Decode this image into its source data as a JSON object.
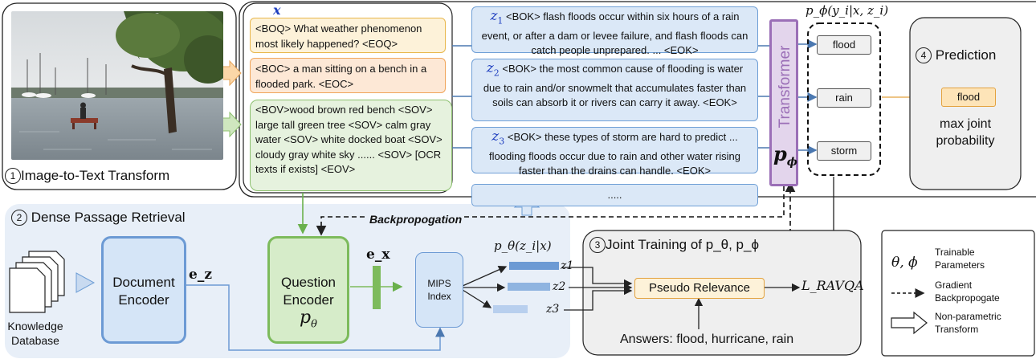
{
  "image_panel": {
    "step_no": "1",
    "label": "Image-to-Text Transform"
  },
  "text_panel": {
    "x_label": "x",
    "question": "<BOQ> What weather phenomenon most likely happened? <EOQ>",
    "caption": "<BOC> a man sitting on a bench in a flooded park. <EOC>",
    "objects": "<BOV>wood brown red bench <SOV> large tall green tree <SOV> calm gray water <SOV> white docked boat <SOV> cloudy gray white sky ...... <SOV> [OCR texts if exists] <EOV>"
  },
  "knowledge": [
    {
      "var": "z",
      "sub": "1",
      "text": "<BOK> flash floods occur within six hours of a rain event, or after a dam or levee failure, and flash floods can catch people unprepared. ... <EOK>"
    },
    {
      "var": "z",
      "sub": "2",
      "text": "<BOK> the most common cause of flooding is water due to rain and/or snowmelt that accumulates faster than soils can absorb it or rivers can carry it away. <EOK>"
    },
    {
      "var": "z",
      "sub": "3",
      "text": "<BOK> these types of storm are hard to predict ... flooding floods occur due to rain and other water rising faster than the drains can handle. <EOK>"
    }
  ],
  "ellipsis": ".....",
  "transformer": {
    "label": "Transformer",
    "param": "p",
    "param_sub": "ϕ"
  },
  "answer_header": "p_ϕ(y_i|x, z_i)",
  "answers": [
    "flood",
    "rain",
    "storm"
  ],
  "prediction": {
    "step_no": "4",
    "title": "Prediction",
    "result": "flood",
    "caption": "max joint probability"
  },
  "dpr": {
    "step_no": "2",
    "title": "Dense Passage Retrieval",
    "kb_label": "Knowledge Database",
    "doc_encoder": "Document Encoder",
    "ez": "e_z",
    "question_encoder": "Question Encoder",
    "qe_param": "p",
    "qe_param_sub": "θ",
    "ex": "e_x",
    "mips": "MIPS Index",
    "retrieval_header": "p_θ(z_i|x)",
    "z_labels": [
      "z1",
      "z2",
      "z3"
    ],
    "z_scores": [
      1.0,
      0.85,
      0.7
    ],
    "backprop": "Backpropogation"
  },
  "joint": {
    "step_no": "3",
    "title": "Joint Training of p_θ, p_ϕ",
    "pseudo": "Pseudo Relevance",
    "loss": "L_RAVQA",
    "answers_line": "Answers: flood, hurricane, rain"
  },
  "legend": {
    "symbols": "θ, ϕ",
    "trainable": "Trainable Parameters",
    "gradient": "Gradient Backpropogate",
    "nonparam": "Non-parametric Transform"
  },
  "colors": {
    "question_fill": "#fdf2d9",
    "question_border": "#e8b74c",
    "caption_fill": "#fde8d6",
    "caption_border": "#f0a55a",
    "objects_fill": "#e6f2de",
    "objects_border": "#8cc06e",
    "knowledge_fill": "#dbe8f7",
    "knowledge_border": "#6f9fd6",
    "transformer_fill": "#e3d5ec",
    "transformer_border": "#9b6fb7",
    "dpr_bg": "#e8eff8",
    "encoder_fill": "#d5e5f7",
    "encoder_border": "#6c9ad4",
    "qencoder_fill": "#d6ecc9",
    "qencoder_border": "#7dbb5c",
    "pred_fill": "#fde4b8",
    "pred_border": "#e3a23e",
    "panel_gray": "#efefef"
  }
}
